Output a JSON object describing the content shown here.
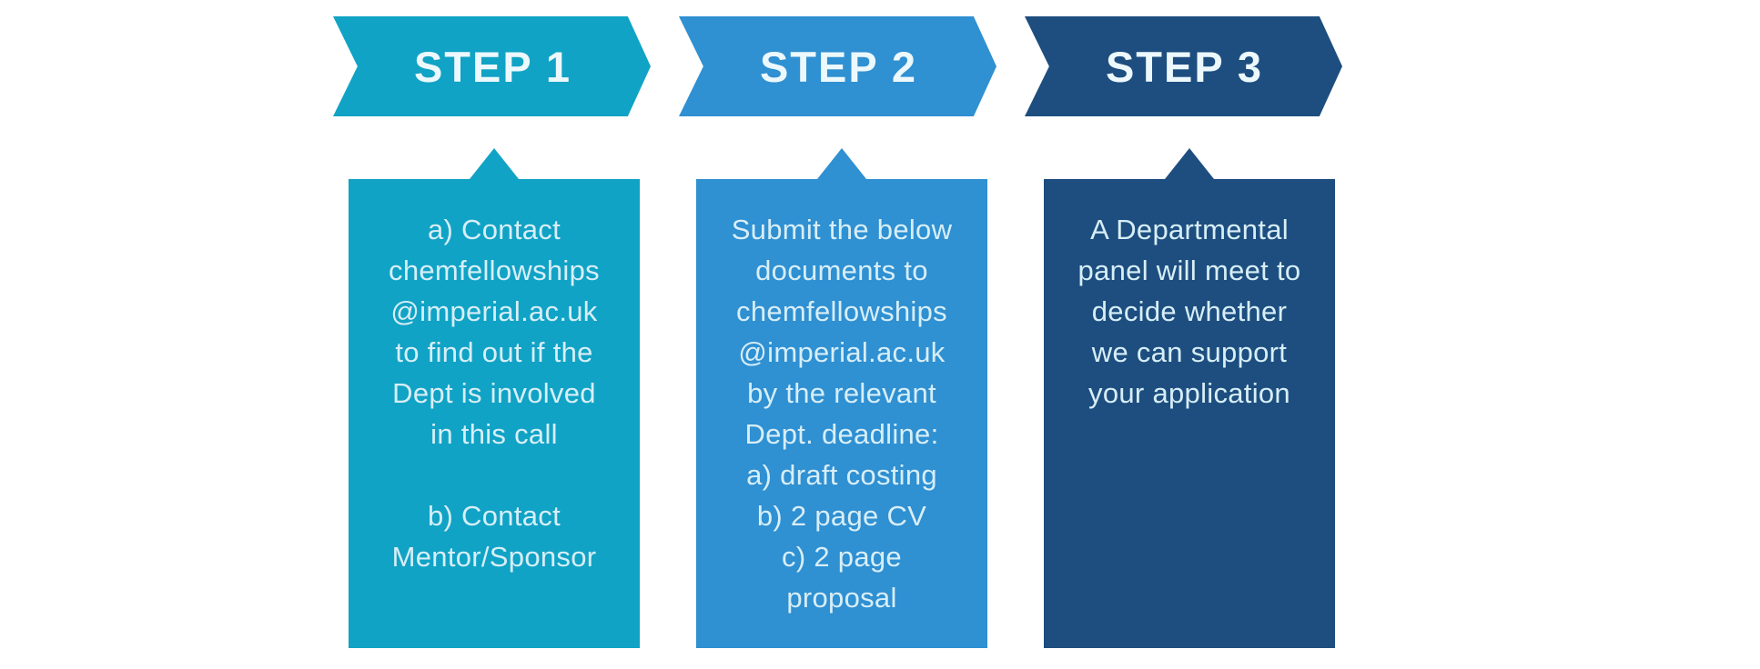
{
  "diagram": {
    "title": "Fellowship application process steps",
    "background_color": "#ffffff",
    "body_text_color": "#d7eef7",
    "header_text_color": "#ecf8fc",
    "steps": [
      {
        "label": "STEP 1",
        "color": "#10a3c5",
        "body": "a) Contact\nchemfellowships\n@imperial.ac.uk\nto find out if the\nDept is involved\nin this call\n\nb) Contact\nMentor/Sponsor"
      },
      {
        "label": "STEP 2",
        "color": "#2f90d2",
        "body": "Submit the below\ndocuments to\nchemfellowships\n@imperial.ac.uk\nby the relevant\nDept. deadline:\na) draft costing\nb) 2 page CV\nc) 2 page\nproposal"
      },
      {
        "label": "STEP 3",
        "color": "#1d4e7f",
        "body": "A Departmental\npanel will meet to\ndecide whether\nwe can support\nyour application"
      }
    ]
  }
}
